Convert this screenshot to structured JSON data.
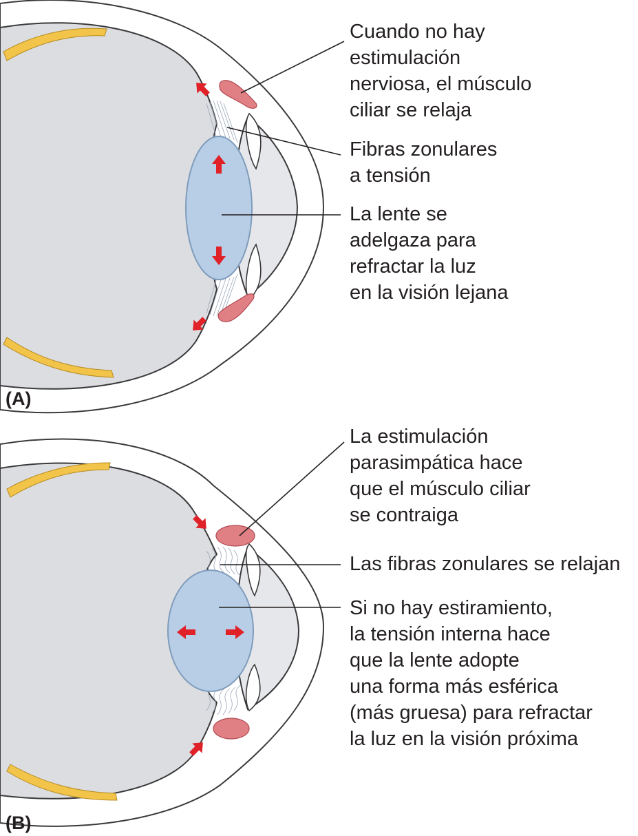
{
  "panels": [
    {
      "label": "(A)",
      "captions": {
        "muscle": [
          "Cuando no hay",
          "estimulación",
          "nerviosa, el músculo",
          "ciliar se relaja"
        ],
        "fibers": [
          "Fibras zonulares",
          "a tensión"
        ],
        "lens": [
          "La lente se",
          "adelgaza para",
          "refractar la luz",
          "en la visión lejana"
        ]
      }
    },
    {
      "label": "(B)",
      "captions": {
        "muscle": [
          "La estimulación",
          "parasimpática hace",
          "que el músculo ciliar",
          "se contraiga"
        ],
        "fibers": [
          "Las fibras zonulares se relajan"
        ],
        "lens": [
          "Si no hay estiramiento,",
          "la tensión interna hace",
          "que la lente adopte",
          "una forma más esférica",
          "(más gruesa) para refractar",
          "la luz en la visión próxima"
        ]
      }
    }
  ],
  "colors": {
    "vitreous": "#dcdde0",
    "anterior_chamber": "#e6e7ea",
    "outline": "#3a3a3c",
    "retina": "#f2c44a",
    "lens_fill": "#b7cee6",
    "lens_stroke": "#7f9cbc",
    "muscle_fill": "#e07f84",
    "muscle_stroke": "#b04a52",
    "arrow": "#e02128",
    "zonule": "#9aa6b8"
  },
  "icons": {
    "arrow": "red-arrow-icon"
  }
}
